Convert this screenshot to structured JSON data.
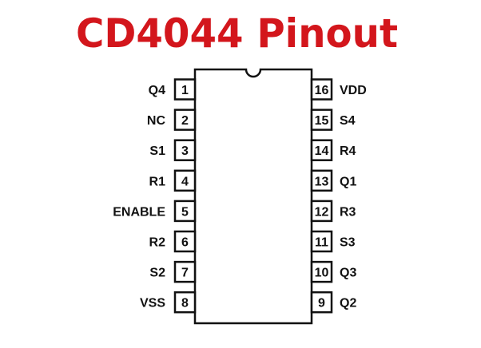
{
  "title": "CD4044 Pinout",
  "colors": {
    "title": "#d3161c",
    "outline": "#111111"
  },
  "left_pins": [
    {
      "number": "1",
      "label": "Q4"
    },
    {
      "number": "2",
      "label": "NC"
    },
    {
      "number": "3",
      "label": "S1"
    },
    {
      "number": "4",
      "label": "R1"
    },
    {
      "number": "5",
      "label": "ENABLE"
    },
    {
      "number": "6",
      "label": "R2"
    },
    {
      "number": "7",
      "label": "S2"
    },
    {
      "number": "8",
      "label": "VSS"
    }
  ],
  "right_pins": [
    {
      "number": "16",
      "label": "VDD"
    },
    {
      "number": "15",
      "label": "S4"
    },
    {
      "number": "14",
      "label": "R4"
    },
    {
      "number": "13",
      "label": "Q1"
    },
    {
      "number": "12",
      "label": "R3"
    },
    {
      "number": "11",
      "label": "S3"
    },
    {
      "number": "10",
      "label": "Q3"
    },
    {
      "number": "9",
      "label": "Q2"
    }
  ]
}
